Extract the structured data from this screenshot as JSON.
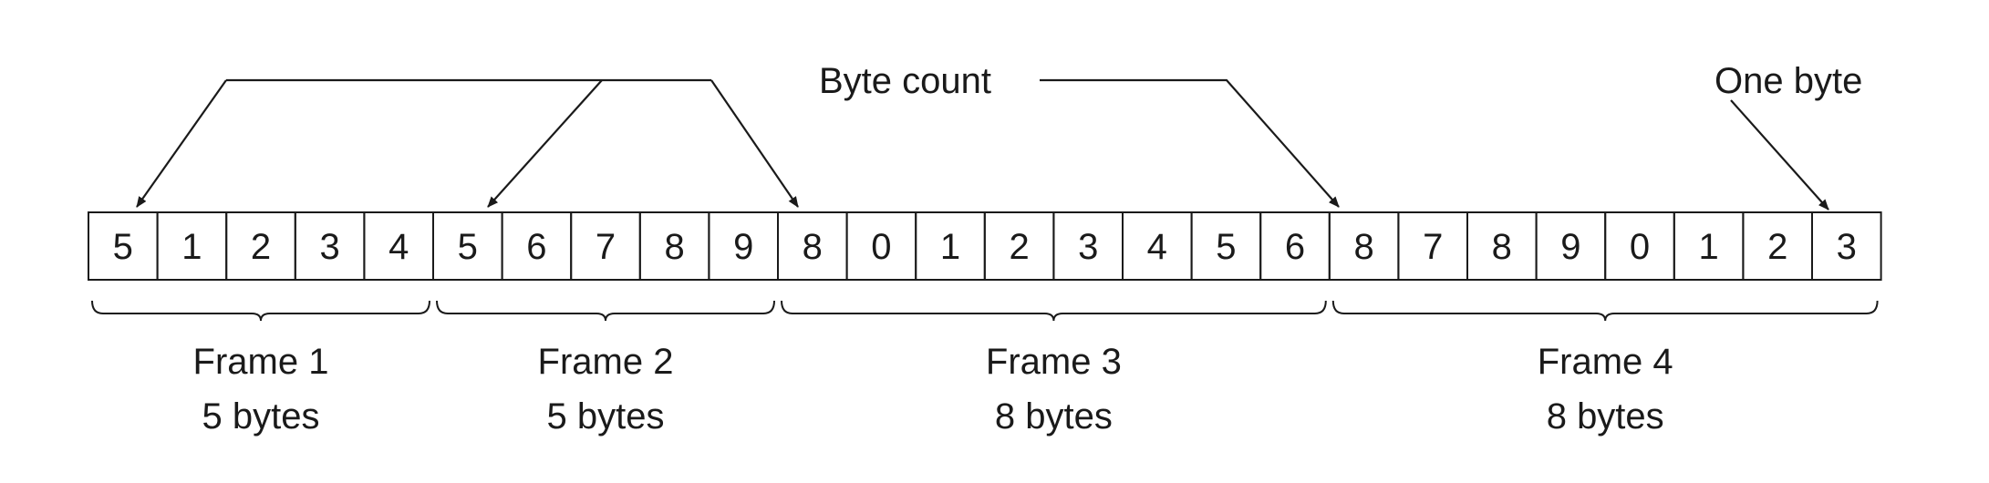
{
  "annotations": {
    "byte_count": "Byte count",
    "one_byte": "One byte"
  },
  "bytes": [
    "5",
    "1",
    "2",
    "3",
    "4",
    "5",
    "6",
    "7",
    "8",
    "9",
    "8",
    "0",
    "1",
    "2",
    "3",
    "4",
    "5",
    "6",
    "8",
    "7",
    "8",
    "9",
    "0",
    "1",
    "2",
    "3"
  ],
  "frames": [
    {
      "name": "Frame 1",
      "size": "5 bytes"
    },
    {
      "name": "Frame 2",
      "size": "5 bytes"
    },
    {
      "name": "Frame 3",
      "size": "8 bytes"
    },
    {
      "name": "Frame 4",
      "size": "8 bytes"
    }
  ],
  "colors": {
    "stroke": "#1a1a1a",
    "text": "#1a1a1a",
    "background": "#ffffff"
  }
}
